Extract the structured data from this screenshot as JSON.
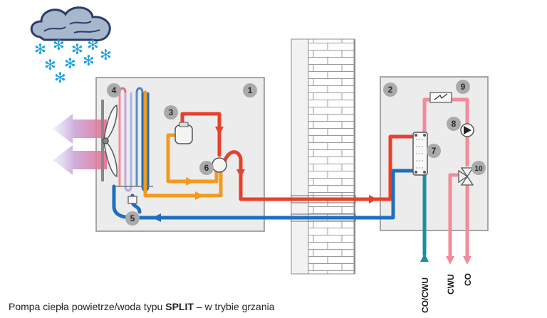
{
  "caption": {
    "text_before": "Pompa ciepła powietrze/woda typu ",
    "text_bold": "SPLIT",
    "text_after": " – w trybie grzania"
  },
  "components": [
    "1",
    "2",
    "3",
    "4",
    "5",
    "6",
    "7",
    "8",
    "9",
    "10"
  ],
  "outlet_labels": {
    "co_cwu": "CO/CWU",
    "cwu": "CWU",
    "co": "CO"
  },
  "colors": {
    "hot": "#e8402a",
    "cold": "#1f6fc0",
    "mid": "#f39a1e",
    "pink": "#f28b9a",
    "teal": "#1b8fa0",
    "unit_fill": "#ececec",
    "unit_stroke": "#8c8c8c",
    "snow": "#1aa3e0"
  },
  "icons": {
    "cloud": "snow-cloud-icon",
    "fan": "fan-icon",
    "air_flow": "air-flow-arrow-icon",
    "compressor": "compressor-icon",
    "valve": "four-way-valve-icon",
    "heat_exchanger": "plate-heat-exchanger-icon",
    "pump": "circulation-pump-icon",
    "heater": "electric-heater-icon",
    "three_way_valve": "three-way-valve-icon",
    "wall": "brick-wall-icon"
  }
}
